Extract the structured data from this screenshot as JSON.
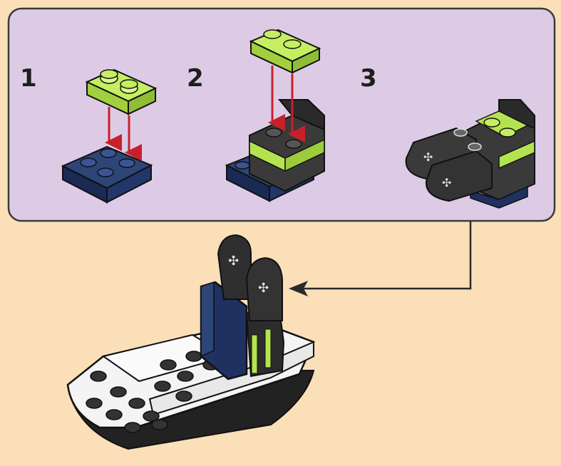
{
  "instruction": {
    "steps": [
      {
        "number": "1"
      },
      {
        "number": "2"
      },
      {
        "number": "3"
      }
    ]
  },
  "colors": {
    "page_background": "#fbdfb8",
    "callout_background": "#ddcbe6",
    "callout_border": "#3a3a3a",
    "lime_brick": "#b5e34f",
    "navy_plate": "#1f3161",
    "dark_gray_brick": "#3a3a3a",
    "white_brick": "#f4f4f4",
    "arrow_red": "#c8202a",
    "leader_line": "#2a2a2a"
  },
  "icons": [
    "lime-2x1-plate-icon",
    "navy-2x2-plate-icon",
    "dark-bracket-icon",
    "clip-pair-icon",
    "hover-vehicle-base-icon"
  ]
}
